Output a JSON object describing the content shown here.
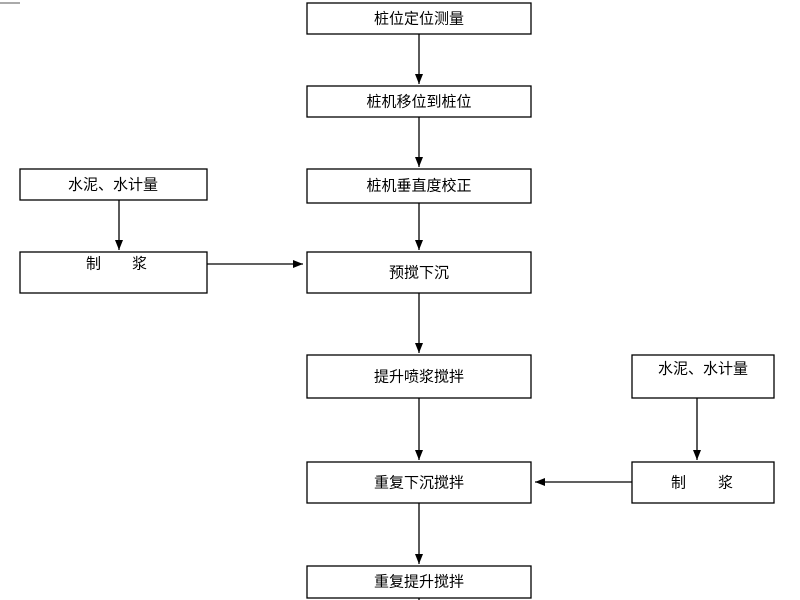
{
  "flow": {
    "step1": "桩位定位测量",
    "step2": "桩机移位到桩位",
    "step3": "桩机垂直度校正",
    "step4": "预搅下沉",
    "step5": "提升喷浆搅拌",
    "step6": "重复下沉搅拌",
    "step7": "重复提升搅拌"
  },
  "left_branch": {
    "input": "水泥、水计量",
    "mix_a": "制",
    "mix_b": "浆"
  },
  "right_branch": {
    "input": "水泥、水计量",
    "mix_a": "制",
    "mix_b": "浆"
  }
}
